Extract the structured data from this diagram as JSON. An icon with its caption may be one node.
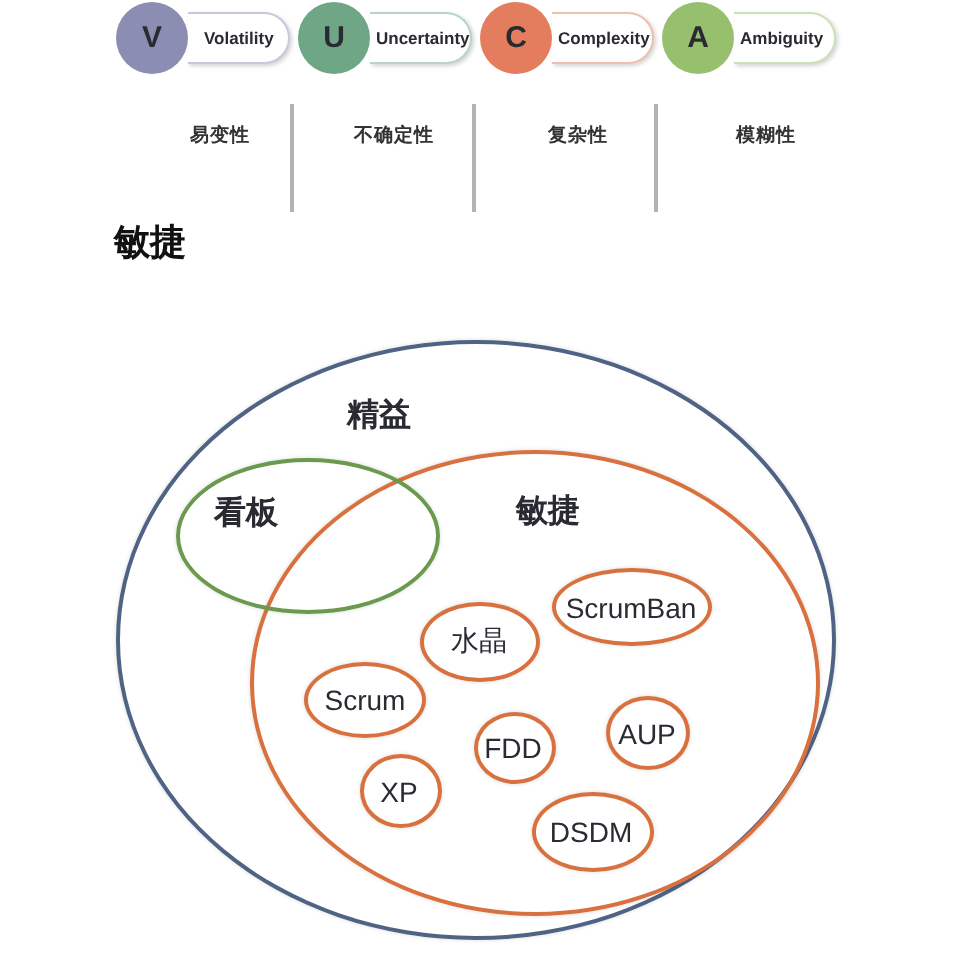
{
  "diagram": {
    "title": "敏捷",
    "nodes": [
      {
        "text": [
          "V"
        ]
      },
      {
        "text": [
          "Volatility"
        ]
      },
      {
        "text": [
          "U"
        ]
      },
      {
        "text": [
          "Uncertainty"
        ]
      },
      {
        "text": [
          "C"
        ]
      },
      {
        "text": [
          "Complexity"
        ]
      },
      {
        "text": [
          "A"
        ]
      },
      {
        "text": [
          "Ambiguity"
        ]
      },
      {
        "text": [
          "精益"
        ]
      },
      {
        "text": [
          "看板"
        ],
        "in": 8
      },
      {
        "text": [
          "敏捷"
        ],
        "in": 8
      },
      {
        "text": [
          "ScrumBan"
        ],
        "in": 10
      },
      {
        "text": [
          "水晶"
        ],
        "in": 10
      },
      {
        "text": [
          "Scrum"
        ],
        "in": 10
      },
      {
        "text": [
          "AUP"
        ],
        "in": 10
      },
      {
        "text": [
          "FDD"
        ],
        "in": 10
      },
      {
        "text": [
          "XP"
        ],
        "in": 10
      },
      {
        "text": [
          "DSDM"
        ],
        "in": 10
      }
    ],
    "labels": [
      "易变性",
      "不确定性",
      "复杂性",
      "模糊性"
    ]
  }
}
